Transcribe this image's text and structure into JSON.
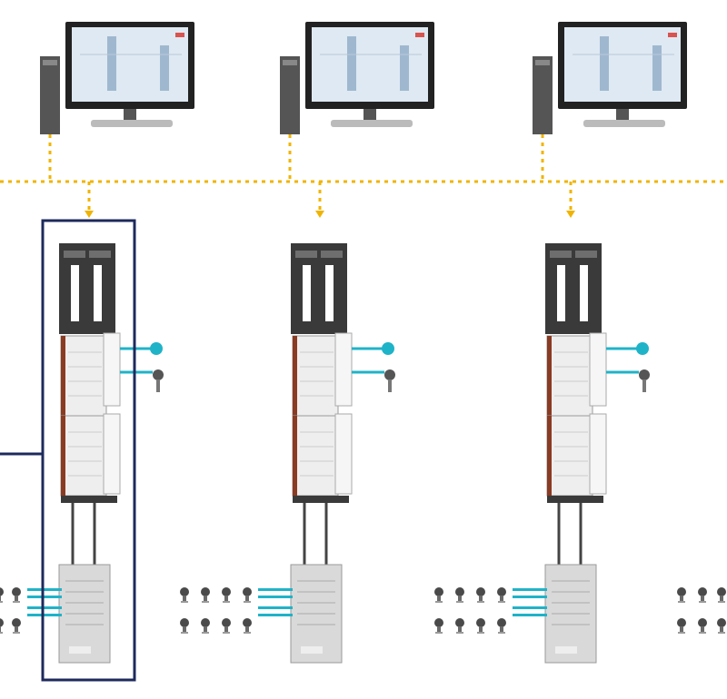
{
  "diagram": {
    "stations": [
      {
        "id": "station-1",
        "highlighted": true
      },
      {
        "id": "station-2",
        "highlighted": false
      },
      {
        "id": "station-3",
        "highlighted": false
      }
    ],
    "network": {
      "style": "dotted",
      "color": "#f0b400"
    },
    "colors": {
      "controller_dark": "#3a3a3a",
      "io_module": "#eeeeee",
      "io_side": "#8a3b22",
      "signal_link": "#1fb3c8",
      "highlight_frame": "#1d2a5c",
      "screen": "#dfe9f3"
    },
    "icons": [
      "workstation-icon",
      "controller-rack-icon",
      "io-module-icon",
      "field-device-icon",
      "sensor-icon",
      "junction-box-icon"
    ]
  }
}
